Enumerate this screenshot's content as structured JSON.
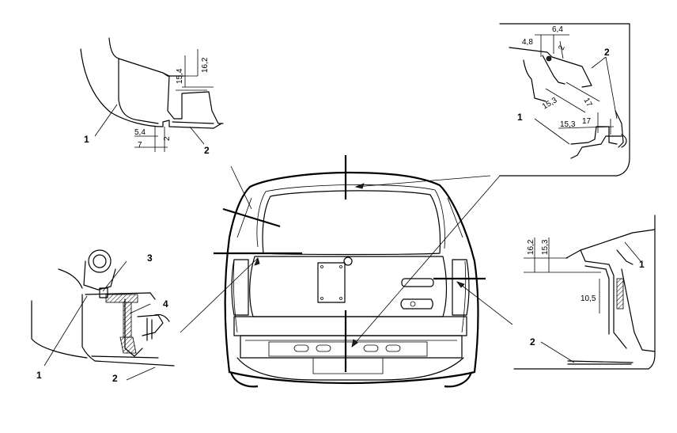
{
  "callouts": {
    "tl_1": "1",
    "tl_2": "2",
    "tr_2": "2",
    "tr_1": "1",
    "bl_3": "3",
    "bl_4": "4",
    "bl_1": "1",
    "bl_2": "2",
    "br_1": "1",
    "br_2": "2"
  },
  "dimensions": {
    "tl_15_4": "15,4",
    "tl_16_2": "16,2",
    "tl_5_4": "5,4",
    "tl_7": "7",
    "tl_2": "2",
    "tr_4_8": "4,8",
    "tr_6_4": "6,4",
    "tr_2": "2",
    "tr_15_3a": "15,3",
    "tr_17a": "17",
    "tr_15_3b": "15,3",
    "tr_17b": "17",
    "br_16_2": "16,2",
    "br_15_3": "15,3",
    "br_10_5": "10,5"
  }
}
